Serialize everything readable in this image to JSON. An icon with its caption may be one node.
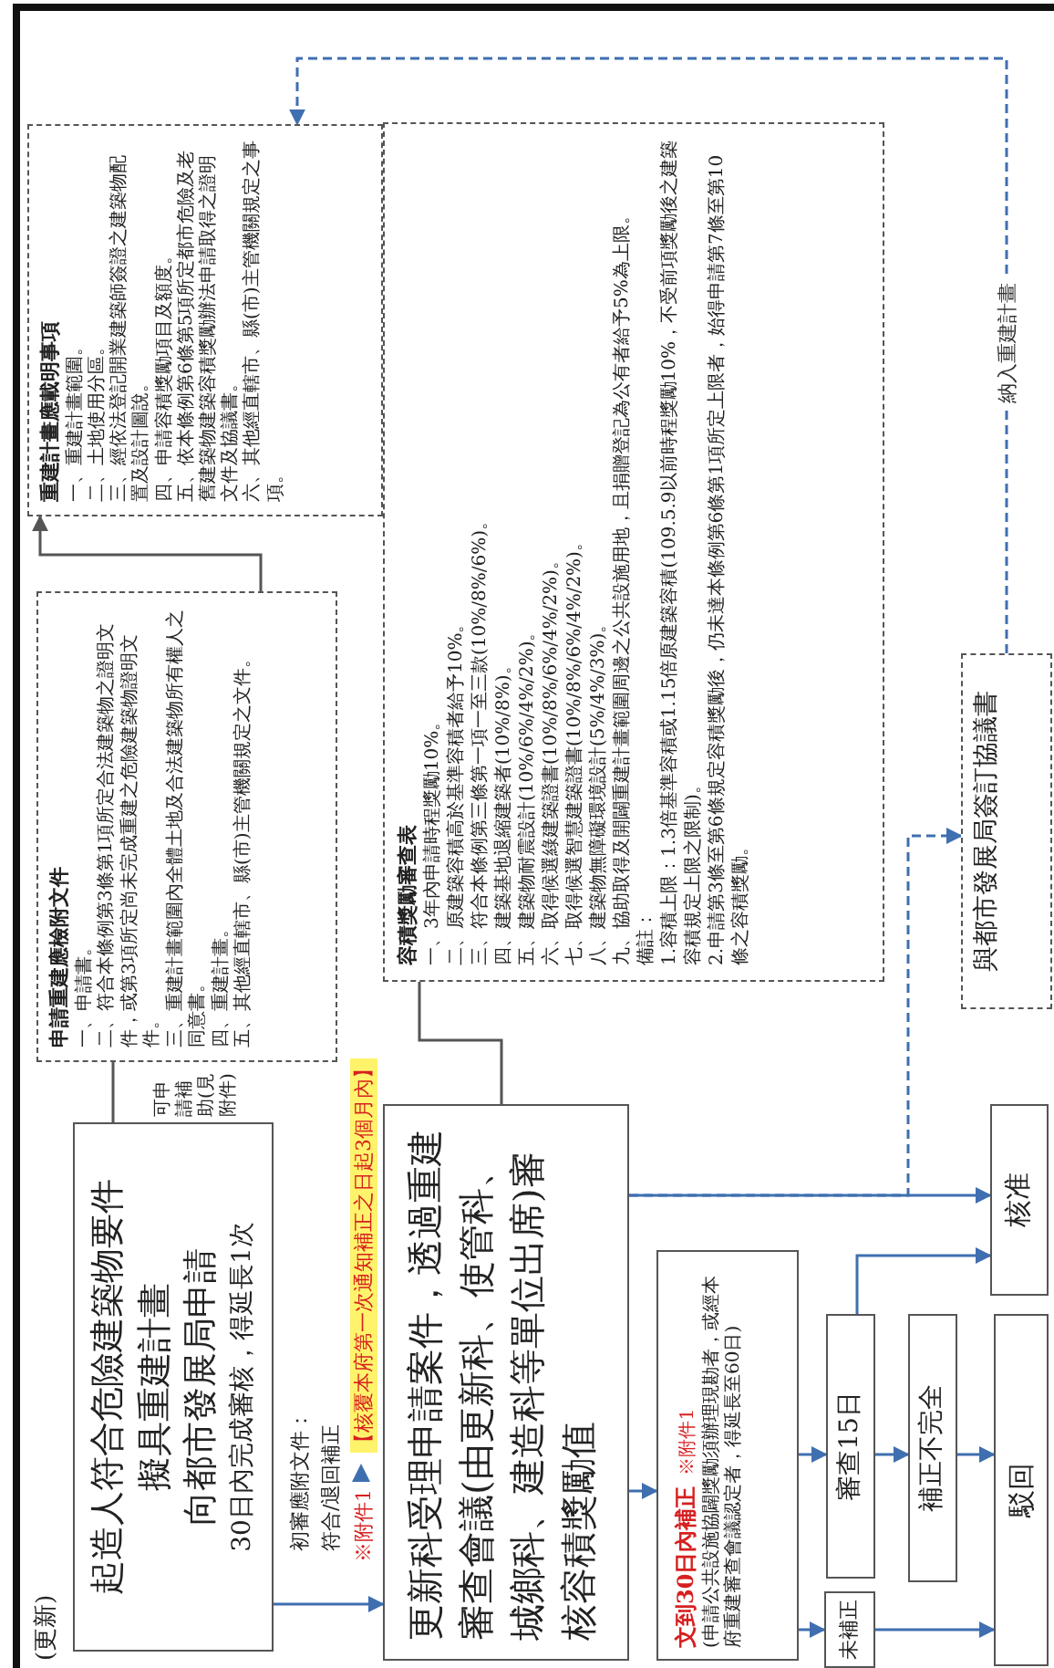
{
  "diagram": {
    "nodes": [
      {
        "text": [
          "起造人符合危險建築物要件",
          "擬具重建計畫",
          "向都市發展局申請",
          "30日內完成審核，得延長1次"
        ]
      },
      {
        "text": [
          "申請重建應檢附文件",
          "一、申請書。",
          "二、符合本條例第3條第1項所定合法建築物之證明文件，或第3項所定尚未完成重建之危險建築物證明文件。",
          "三、重建計畫範圍內全體土地及合法建築物所有權人之同意書。",
          "四、重建計畫。",
          "五、其他經直轄市、縣(市)主管機關規定之文件。"
        ]
      },
      {
        "text": [
          "重建計畫應載明事項",
          "一、重建計畫範圍。",
          "二、土地使用分區。",
          "三、經依法登記開業建築師簽證之建築物配置及設計圖說。",
          "四、申請容積獎勵項目及額度。",
          "五、依本條例第6條第5項所定都市危險及老舊建築物建築容積獎勵辦法申請取得之證明文件及協議書。",
          "六、其他經直轄市、縣(市)主管機關規定之事項。"
        ]
      },
      {
        "text": [
          "更新科受理申請案件，透過重建審查會議(由更新科、使管科、城鄉科、建造科等單位出席)審核容積獎勵值"
        ]
      },
      {
        "text": [
          "容積獎勵審查表",
          "一、3年內申請時程獎勵10%。",
          "二、原建築容積高於基準容積者給予10%。",
          "三、符合本條例第三條第一項一至三款(10%/8%/6%)。",
          "四、建築基地退縮建築者(10%/8%)。",
          "五、建築物耐震設計(10%/6%/4%/2%)。",
          "六、取得候選綠建築證書(10%/8%/6%/4%/2%)。",
          "七、取得候選智慧建築證書(10%/8%/6%/4%/2%)。",
          "八、建築物無障礙環境設計(5%/4%/3%)。",
          "九、協助取得及開闢重建計畫範圍周邊之公共設施用地，且捐贈登記為公有者給予5%為上限。",
          "備註：",
          "1.容積上限：1.3倍基準容積或1.15倍原建築容積(109.5.9以前時程獎勵10%，不受前項獎勵後之建築容積規定上限之限制)。",
          "2.申請第3條至第6條規定容積獎勵後，仍未達本條例第6條第1項所定上限者，始得申請第7條至第10條之容積獎勵。"
        ]
      },
      {
        "text": [
          "與都市發展局簽訂協議書"
        ]
      },
      {
        "text": [
          "文到30日內補正",
          "※附件1",
          "(申請公共設施協闢獎勵須辦理現勘者，或經本府重建審查會議認定者，得延長至60日)"
        ]
      },
      {
        "text": [
          "審查15日"
        ]
      },
      {
        "text": [
          "補正不完全"
        ]
      },
      {
        "text": [
          "核准"
        ]
      },
      {
        "text": [
          "駁回"
        ]
      },
      {
        "text": [
          "未補正"
        ]
      }
    ],
    "edges": [
      {
        "from": 0,
        "to": 1,
        "arrow": "none",
        "color": "#555555"
      },
      {
        "from": 1,
        "to": 2,
        "arrow": "to",
        "color": "#555555"
      },
      {
        "from": 0,
        "to": 3,
        "arrow": "to"
      },
      {
        "from": 3,
        "to": 6,
        "arrow": "to"
      },
      {
        "from": 3,
        "to": 9,
        "arrow": "to"
      },
      {
        "from": 3,
        "to": 5,
        "arrow": "to",
        "style": "dashed"
      },
      {
        "from": 5,
        "to": 2,
        "arrow": "to",
        "style": "dashed",
        "label": "納入重建計畫"
      },
      {
        "from": 6,
        "to": 7,
        "arrow": "to"
      },
      {
        "from": 7,
        "to": 8,
        "arrow": "to"
      },
      {
        "from": 8,
        "to": 10,
        "arrow": "to"
      },
      {
        "from": 7,
        "to": 9,
        "arrow": "to"
      },
      {
        "from": 6,
        "to": 11,
        "arrow": "to"
      },
      {
        "from": 11,
        "to": 10,
        "arrow": "to"
      },
      {
        "from": 4,
        "to": 3,
        "arrow": "none",
        "color": "#555555"
      }
    ],
    "labels": [
      "(更新)",
      "可申請補助(見附件)",
      "初審應附文件：",
      "符合/退回補正",
      "※附件1",
      "【核覆本府第一次通知補正之日起3個月內】"
    ]
  }
}
